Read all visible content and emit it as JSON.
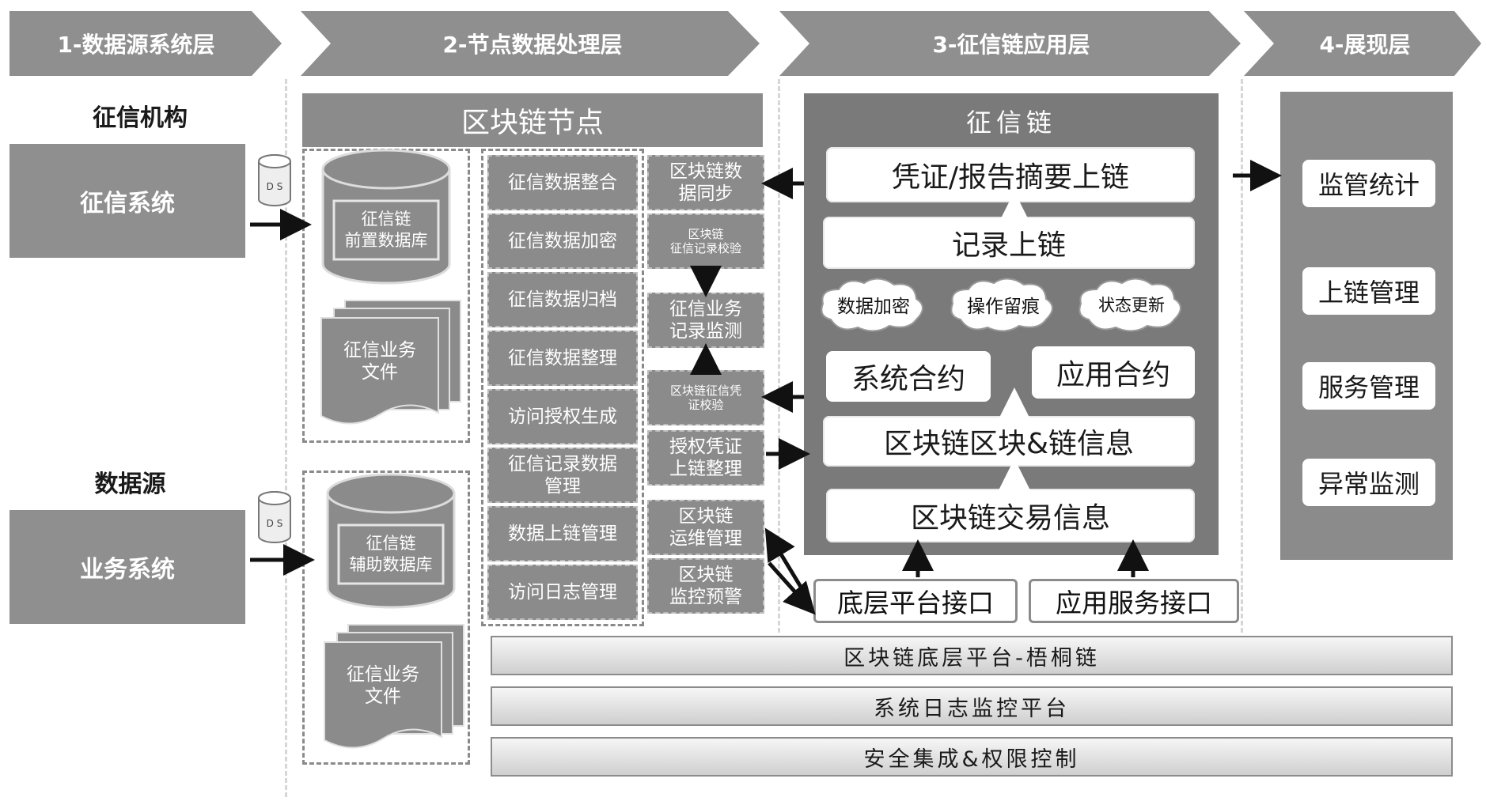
{
  "layers": {
    "l1": "1-数据源系统层",
    "l2": "2-节点数据处理层",
    "l3": "3-征信链应用层",
    "l4": "4-展现层"
  },
  "colors": {
    "banner": "#8f8f8f",
    "panel": "#7a7a7a",
    "cell": "#8b8b8b",
    "arrow": "#111111"
  },
  "left": {
    "org_heading": "征信机构",
    "org_system": "征信系统",
    "source_heading": "数据源",
    "source_system": "业务系统",
    "db_icon_text": "D S"
  },
  "storage": {
    "db1": "征信链\n前置数据库",
    "doc1": "征信业务\n文件",
    "db2": "征信链\n辅助数据库",
    "doc2": "征信业务\n文件"
  },
  "node": {
    "title": "区块链节点",
    "processes": [
      "征信数据整合",
      "征信数据加密",
      "征信数据归档",
      "征信数据整理",
      "访问授权生成",
      "征信记录数据\n管理",
      "数据上链管理",
      "访问日志管理"
    ],
    "right_col": {
      "sync": "区块链数\n据同步",
      "check": "区块链\n征信记录校验",
      "monitor": "征信业务\n记录监测",
      "cred_check": "区块链征信凭\n证校验",
      "auth": "授权凭证\n上链整理",
      "ops": "区块链\n运维管理",
      "alert": "区块链\n监控预警"
    }
  },
  "chain": {
    "title": "征信链",
    "report": "凭证/报告摘要上链",
    "record": "记录上链",
    "clouds": [
      "数据加密",
      "操作留痕",
      "状态更新"
    ],
    "sys_contract": "系统合约",
    "app_contract": "应用合约",
    "block_info": "区块链区块&链信息",
    "tx_info": "区块链交易信息"
  },
  "interfaces": {
    "bottom": "底层平台接口",
    "app": "应用服务接口"
  },
  "platforms": [
    "区块链底层平台-梧桐链",
    "系统日志监控平台",
    "安全集成&权限控制"
  ],
  "display": [
    "监管统计",
    "上链管理",
    "服务管理",
    "异常监测"
  ]
}
